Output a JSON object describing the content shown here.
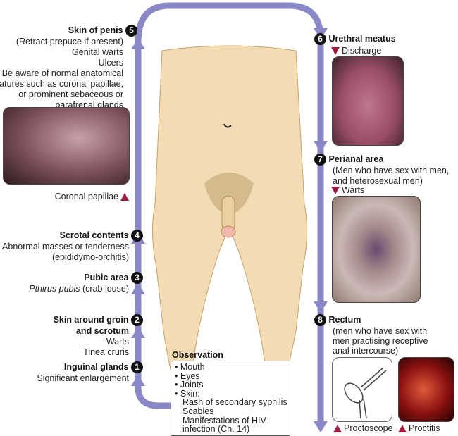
{
  "steps": {
    "s1": {
      "num": "1",
      "title": "Inguinal glands",
      "lines": [
        "Significant enlargement"
      ]
    },
    "s2": {
      "num": "2",
      "title1": "Skin around groin",
      "title2": "and scrotum",
      "lines": [
        "Warts",
        "Tinea cruris"
      ]
    },
    "s3": {
      "num": "3",
      "title": "Pubic area",
      "italic": "Pthirus pubis",
      "rest": " (crab louse)"
    },
    "s4": {
      "num": "4",
      "title": "Scrotal contents",
      "lines": [
        "Abnormal masses or tenderness",
        "(epididymo-orchitis)"
      ]
    },
    "s5": {
      "num": "5",
      "title": "Skin of penis",
      "lines": [
        "(Retract prepuce if present)",
        "Genital warts",
        "Ulcers",
        "Be aware of normal anatomical",
        "features such as coronal papillae,",
        "or prominent sebaceous or",
        "parafrenal glands"
      ],
      "caption": "Coronal papillae"
    },
    "s6": {
      "num": "6",
      "title": "Urethral meatus",
      "caption": "Discharge"
    },
    "s7": {
      "num": "7",
      "title": "Perianal area",
      "lines": [
        "(Men who have sex with men,",
        "and heterosexual men)"
      ],
      "caption": "Warts"
    },
    "s8": {
      "num": "8",
      "title": "Rectum",
      "lines": [
        "(men who have sex with",
        "men practising receptive",
        "anal intercourse)"
      ],
      "caption1": "Proctoscope",
      "caption2": "Proctitis"
    }
  },
  "observation": {
    "title": "Observation",
    "items": [
      "Mouth",
      "Eyes",
      "Joints",
      "Skin:"
    ],
    "sub": [
      "Rash of secondary syphilis",
      "Scabies",
      "Manifestations of HIV",
      "infection (Ch. 14)"
    ]
  },
  "colors": {
    "arrow": "#8a87c6",
    "marker": "#a0183a",
    "skin": "#f3dcb4"
  }
}
